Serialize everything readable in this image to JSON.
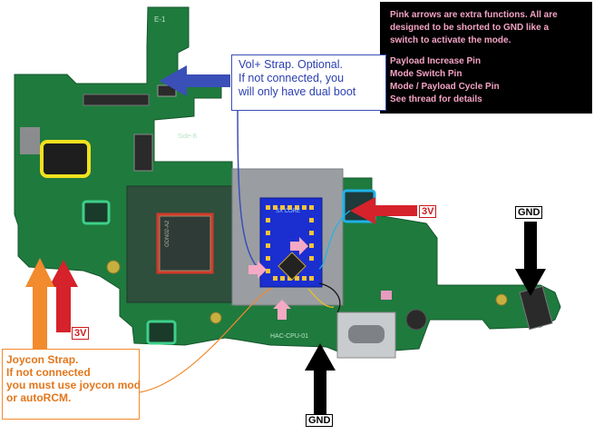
{
  "info_box": {
    "lines": [
      "Pink arrows are extra functions. All are",
      "designed to be shorted to GND like a",
      "switch to activate the mode.",
      "Payload Increase Pin",
      "Mode Switch Pin",
      "Mode / Payload Cycle Pin",
      "See thread for details"
    ]
  },
  "vol_strap": {
    "lines": [
      "Vol+ Strap. Optional.",
      "If not connected, you",
      "will only have dual boot"
    ]
  },
  "joycon_strap": {
    "lines": [
      "Joycon Strap.",
      "If not connected",
      "you must use joycon mod",
      "or autoRCM."
    ]
  },
  "tags": {
    "v3_right": "3V",
    "v3_left": "3V",
    "gnd_right": "GND",
    "gnd_bottom": "GND"
  },
  "board": {
    "silk_e1": "E-1",
    "silk_side": "Side-B",
    "silk_soc": "ODN02-A2",
    "silk_model": "HAC-CPU-01",
    "chip_label": "SX CORE"
  },
  "colors": {
    "pcb": "#1f7a3e",
    "highlight_red": "#d23a2a",
    "highlight_yellow": "#f2e21e",
    "highlight_green": "#3ed08a",
    "highlight_cyan": "#1fb2e8",
    "arrow_red": "#d6222a",
    "arrow_orange": "#f28a2e",
    "arrow_pink": "#f6a9c4",
    "arrow_blue": "#3a4fb8",
    "arrow_black": "#000000"
  }
}
